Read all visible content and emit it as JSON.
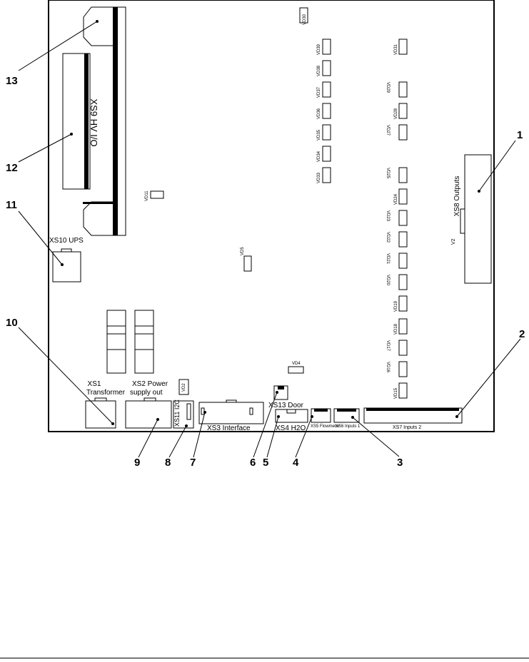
{
  "board": {
    "connectors": {
      "xs9": "XS9 HV I/O",
      "xs10": "XS10 UPS",
      "xs1_line1": "XS1",
      "xs1_line2": "Transformer",
      "xs2_line1": "XS2 Power",
      "xs2_line2": "supply out",
      "xs11": "XS11 I2C",
      "xs3": "XS3 Interface",
      "xs13": "XS13 Door",
      "xs4": "XS4 H2O",
      "xs5": "XS5 Flowmeter",
      "xs6": "XS6 Inputs 1",
      "xs7": "XS7 Inputs 2",
      "xs8": "XS8 Outputs",
      "v2": "V2"
    },
    "leds_left": [
      "VD39",
      "VD38",
      "VD37",
      "VD36",
      "VD35",
      "VD34",
      "VD33"
    ],
    "leds_right": [
      "VD31",
      "VD29",
      "VD28",
      "VD27",
      "VD25",
      "VD24",
      "VD23",
      "VD22",
      "VD21",
      "VD20",
      "VD19",
      "VD18",
      "VD17",
      "VD16",
      "VD15"
    ],
    "misc_leds": {
      "vd11": "VD11",
      "vd5": "VD5",
      "vd4": "VD4",
      "vd2": "VD2",
      "vd30": "VD30"
    }
  },
  "callouts": [
    "1",
    "2",
    "3",
    "4",
    "5",
    "6",
    "7",
    "8",
    "9",
    "10",
    "11",
    "12",
    "13"
  ]
}
